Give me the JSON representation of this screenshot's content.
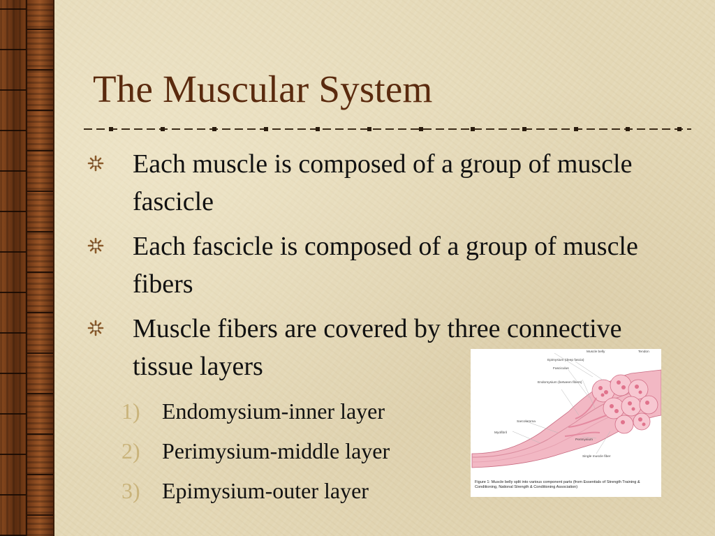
{
  "slide": {
    "title": "The Muscular System",
    "bullets": [
      {
        "text": "Each muscle is composed of a group of muscle fascicle"
      },
      {
        "text": "Each fascicle is composed of a group of muscle fibers"
      },
      {
        "text": "Muscle fibers are covered by three connective tissue layers"
      }
    ],
    "sub_items": [
      {
        "number": "1)",
        "text": "Endomysium-inner layer"
      },
      {
        "number": "2)",
        "text": "Perimysium-middle layer"
      },
      {
        "number": "3)",
        "text": "Epimysium-outer layer"
      }
    ],
    "figure": {
      "caption": "Figure 1: Muscle belly split into various component parts (from Essentials of Strength Training & Conditioning, National Strength & Conditioning Association)",
      "labels": [
        "Muscle belly",
        "Tendon",
        "Epimysium (deep fascia)",
        "Fasciculus",
        "Endomysium (between fibers)",
        "Sarcolemma",
        "Myofibril",
        "Perimysium",
        "Single muscle fiber"
      ]
    }
  },
  "colors": {
    "title": "#5a2a0e",
    "text": "#111111",
    "list_number": "#c9b37a",
    "bullet_symbol": "#8a5a2a",
    "background": "#e4d8b6"
  },
  "icons": {
    "bullet": "asterisk-star-bullet-icon"
  }
}
